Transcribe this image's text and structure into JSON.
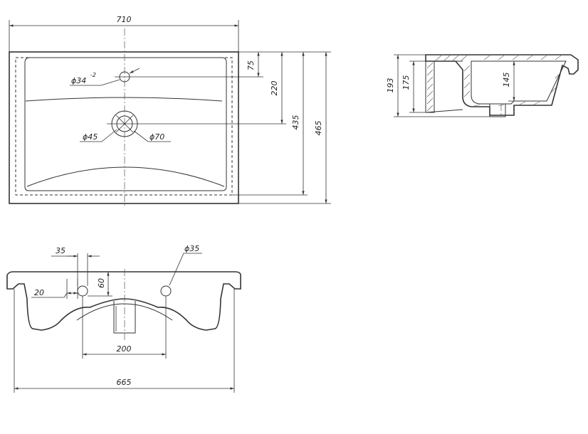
{
  "top_view": {
    "width": "710",
    "tap_hole": "ϕ34",
    "tap_hole_tol": "-2",
    "tap_offset": "75",
    "drain_offset": "220",
    "inner_depth": "435",
    "total_depth": "465",
    "drain_inner": "ϕ45",
    "drain_outer": "ϕ70"
  },
  "side_section": {
    "total_height": "193",
    "body_height": "175",
    "bowl_depth": "145"
  },
  "bottom_view": {
    "offset_35": "35",
    "hole_dia": "ϕ35",
    "offset_20": "20",
    "height_60": "60",
    "spacing": "200",
    "width": "665"
  }
}
